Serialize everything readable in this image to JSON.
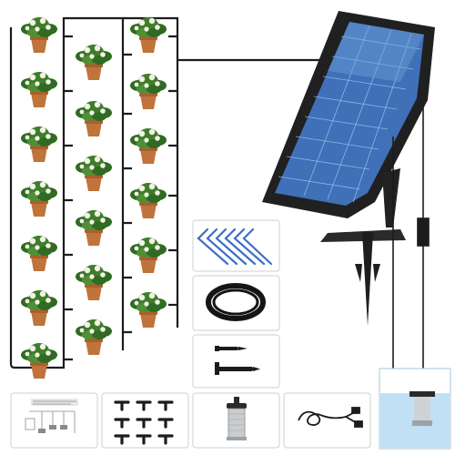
{
  "colors": {
    "tube": "#1c1c1c",
    "leaf": "#2f6b22",
    "leaf_light": "#4f8f35",
    "flower": "#f4f1e6",
    "pot": "#c0733a",
    "panel_frame": "#202020",
    "panel_cell": "#6d9fd8",
    "panel_cell_dark": "#3f70b8",
    "stake_blue": "#3c6fc6",
    "water": "#bfe0f5",
    "tile_border": "#cfcfcf"
  },
  "plants": {
    "left_column_count": 7,
    "middle_column_count": 6,
    "right_column_count": 6
  },
  "accessories": {
    "stake_count": 6,
    "tee_connector_count": 9
  },
  "icons": {
    "solar_panel": "solar-panel-icon",
    "pump": "water-pump-icon",
    "stake": "drip-stake-icon",
    "coil": "hose-coil-icon",
    "manual": "instruction-manual-icon",
    "tee": "tee-connector-icon",
    "cable": "cable-icon"
  }
}
